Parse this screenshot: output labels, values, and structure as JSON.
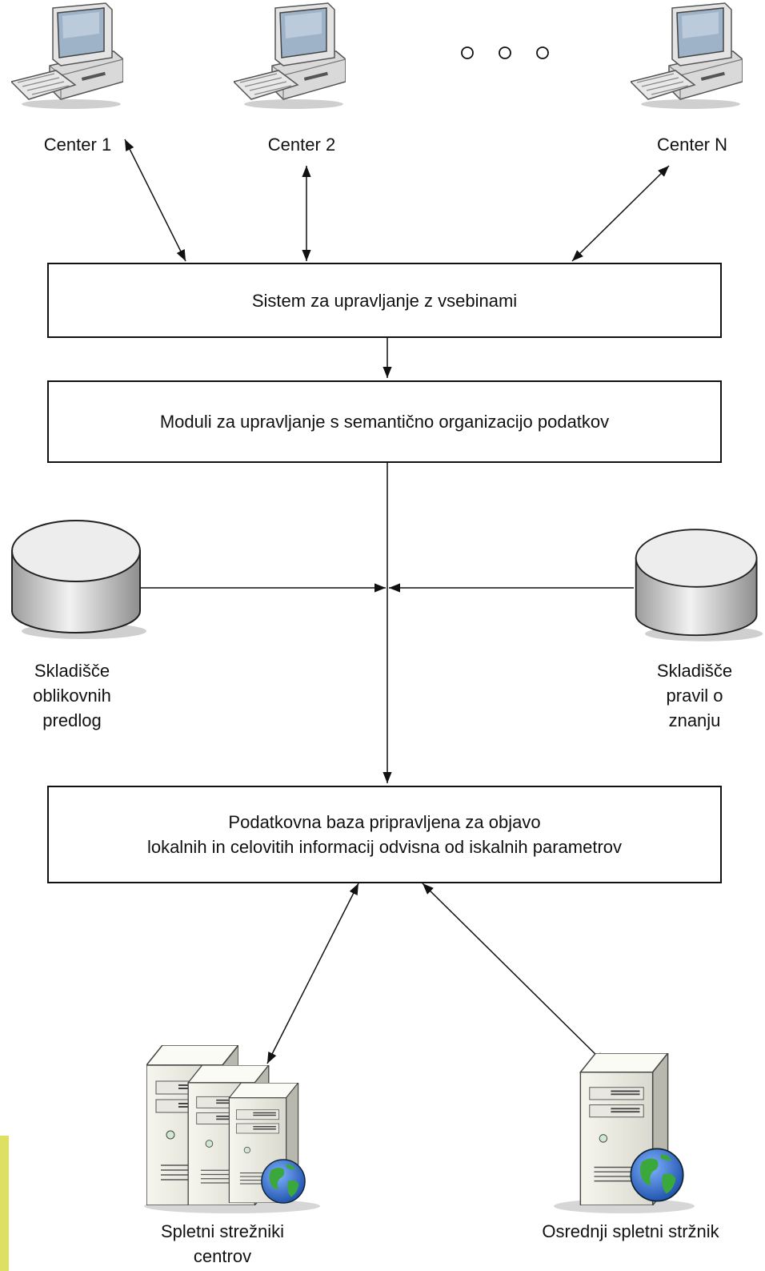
{
  "centers": [
    {
      "label": "Center 1",
      "icon": "desktop-computer-icon"
    },
    {
      "label": "Center 2",
      "icon": "desktop-computer-icon"
    },
    {
      "label": "Center N",
      "icon": "desktop-computer-icon"
    }
  ],
  "ellipsis_icon": "three-circles-ellipsis-icon",
  "boxes": {
    "cms": "Sistem za upravljanje z vsebinami",
    "modules": "Moduli za upravljanje s semantično organizacijo podatkov",
    "database_line1": "Podatkovna baza pripravljena za objavo",
    "database_line2": "lokalnih in celovitih informacij odvisna od iskalnih parametrov"
  },
  "storages": {
    "templates": {
      "line1": "Skladišče",
      "line2": "oblikovnih",
      "line3": "predlog",
      "icon": "database-cylinder-icon"
    },
    "rules": {
      "line1": "Skladišče",
      "line2": "pravil o",
      "line3": "znanju",
      "icon": "database-cylinder-icon"
    }
  },
  "servers": {
    "center_servers": {
      "line1": "Spletni strežniki",
      "line2": "centrov",
      "icon": "web-server-cluster-icon"
    },
    "central_server": {
      "line1": "Osrednji spletni stržnik",
      "icon": "web-server-icon"
    }
  },
  "colors": {
    "accent": "#dde060",
    "globe": "#2a62c8",
    "land": "#3aa83a"
  }
}
